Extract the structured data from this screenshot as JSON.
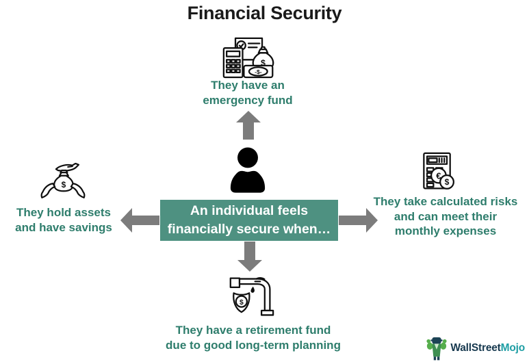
{
  "title": "Financial Security",
  "colors": {
    "title_text": "#1a1a1a",
    "accent_text": "#2E7D6C",
    "box_bg": "#4E9181",
    "box_text": "#ffffff",
    "arrow": "#7C7C7C",
    "logo_dark": "#17394F",
    "logo_accent": "#1E9EA4"
  },
  "center_box": {
    "lines": [
      "An individual feels",
      "financially secure when…"
    ],
    "person_icon": "person-icon"
  },
  "branches": {
    "top": {
      "icon": "emergency-fund-icon",
      "lines": [
        "They have an",
        "emergency fund"
      ]
    },
    "left": {
      "icon": "hands-holding-money-bag-icon",
      "lines": [
        "They hold assets",
        "and have savings"
      ]
    },
    "right": {
      "icon": "calculator-with-coins-icon",
      "lines": [
        "They take calculated risks",
        "and can meet their",
        "monthly expenses"
      ]
    },
    "bottom": {
      "icon": "retirement-shield-icon",
      "lines": [
        "They have a retirement fund",
        "due to good long-term planning"
      ]
    }
  },
  "arrows": [
    "up",
    "left",
    "right",
    "down"
  ],
  "logo": {
    "brand_part1": "WallStreet",
    "brand_part2": "Mojo",
    "mascot_icon": "wallstreetmojo-mascot-icon"
  }
}
